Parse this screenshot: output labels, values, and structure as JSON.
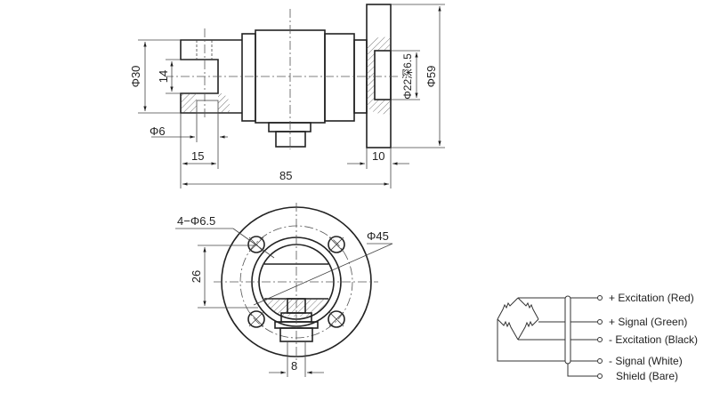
{
  "side_view": {
    "dims": {
      "phi30": "Φ30",
      "d14": "14",
      "phi6": "Φ6",
      "d15": "15",
      "d85": "85",
      "d10": "10",
      "phi59": "Φ59",
      "phi22": "Φ22深6.5"
    }
  },
  "front_view": {
    "dims": {
      "holes": "4−Φ6.5",
      "phi45": "Φ45",
      "d26": "26",
      "d8": "8"
    }
  },
  "wiring": {
    "terminals": [
      "+ Excitation (Red)",
      "+ Signal (Green)",
      "- Excitation (Black)",
      "- Signal (White)",
      "Shield (Bare)"
    ]
  }
}
